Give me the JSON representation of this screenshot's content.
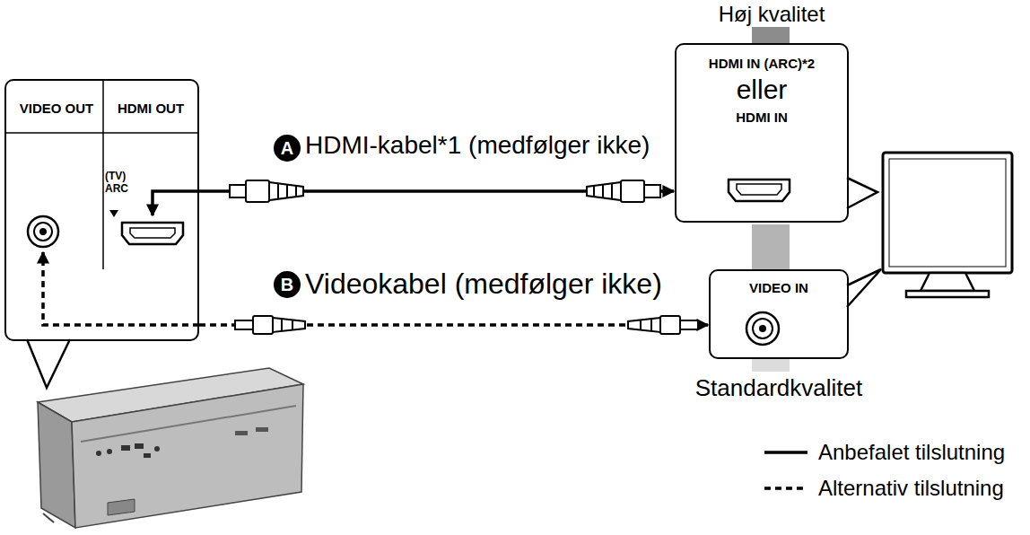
{
  "diagram": {
    "nodes": [
      {
        "text": [
          "VIDEO OUT",
          "HDMI OUT",
          "(TV) ARC"
        ]
      },
      {
        "text": [
          "HDMI IN (ARC)*2",
          "eller",
          "HDMI IN"
        ]
      },
      {
        "text": [
          "VIDEO IN"
        ]
      }
    ],
    "edges": [
      {
        "from": 0,
        "to": 1,
        "label": "HDMI-kabel*1 (medfølger ikke)",
        "arrow": "to"
      },
      {
        "from": 0,
        "to": 2,
        "label": "Videokabel (medfølger ikke)",
        "arrow": "to"
      }
    ],
    "labels": [
      "A",
      "B",
      "Høj kvalitet",
      "Standardkvalitet"
    ],
    "legend": [
      {
        "text": "Anbefalet tilslutning"
      },
      {
        "text": "Alternativ tilslutning"
      }
    ]
  }
}
